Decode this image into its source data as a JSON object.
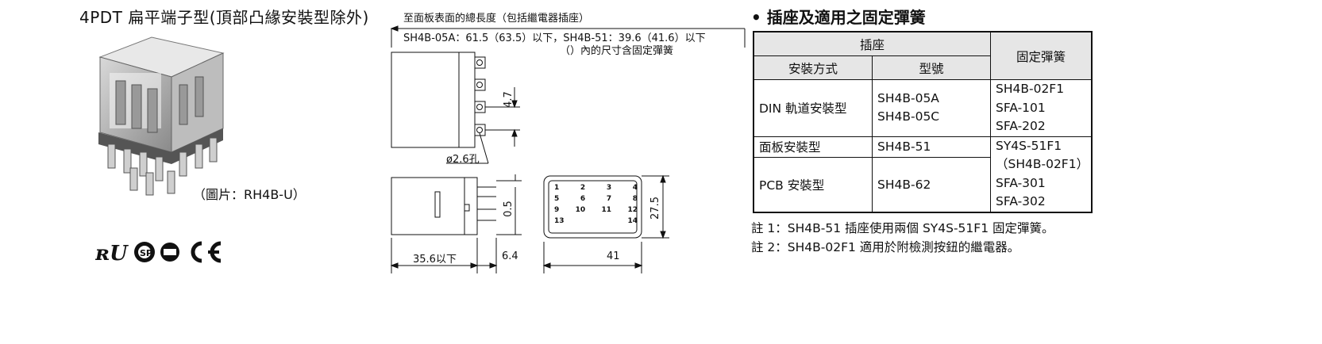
{
  "header": {
    "title": "4PDT 扁平端子型(頂部凸緣安裝型除外)",
    "photo_caption": "（圖片：RH4B-U）"
  },
  "certifications": [
    "UL",
    "CSA",
    "TÜV",
    "CE"
  ],
  "drawing": {
    "length_note": "至面板表面的總長度（包括繼電器插座）",
    "length_values": "SH4B-05A：61.5（63.5）以下，SH4B-51：39.6（41.6）以下",
    "length_paren_note": "（）內的尺寸含固定彈簧",
    "dim_pitch": "4.7",
    "dim_hole": "ø2.6孔",
    "dim_gap": "0.5",
    "dim_height": "27.5",
    "dim_length": "35.6以下",
    "dim_terminal": "6.4",
    "dim_width": "41",
    "pins_row1": [
      "1",
      "2",
      "3",
      "4"
    ],
    "pins_row2": [
      "5",
      "6",
      "7",
      "8"
    ],
    "pins_row3": [
      "9",
      "10",
      "11",
      "12"
    ],
    "pin_13": "13",
    "pin_14": "14"
  },
  "section": {
    "title": "• 插座及適用之固定彈簧",
    "table": {
      "h_socket": "插座",
      "h_spring": "固定彈簧",
      "h_mount": "安裝方式",
      "h_model": "型號",
      "rows": [
        {
          "mount": "DIN 軌道安裝型",
          "models": [
            "SH4B-05A",
            "SH4B-05C"
          ],
          "springs": [
            "SH4B-02F1",
            "SFA-101",
            "SFA-202"
          ]
        },
        {
          "mount": "面板安裝型",
          "models": [
            "SH4B-51"
          ]
        },
        {
          "mount": "PCB 安裝型",
          "models": [
            "SH4B-62"
          ]
        }
      ],
      "springs_shared": [
        "SY4S-51F1",
        "（SH4B-02F1）",
        "SFA-301",
        "SFA-302"
      ]
    },
    "notes": [
      "註 1：SH4B-51 插座使用兩個 SY4S-51F1 固定彈簧。",
      "註 2：SH4B-02F1 適用於附檢測按鈕的繼電器。"
    ]
  }
}
